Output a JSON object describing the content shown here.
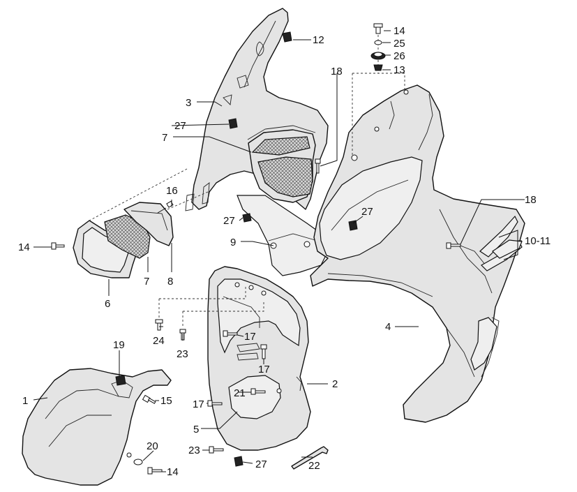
{
  "labels": {
    "l1": "1",
    "l2": "2",
    "l3": "3",
    "l4": "4",
    "l5": "5",
    "l6": "6",
    "l7a": "7",
    "l7b": "7",
    "l8": "8",
    "l9": "9",
    "l1011": "10-11",
    "l12": "12",
    "l13": "13",
    "l14a": "14",
    "l14b": "14",
    "l14c": "14",
    "l15": "15",
    "l16": "16",
    "l17a": "17",
    "l17b": "17",
    "l17c": "17",
    "l18a": "18",
    "l18b": "18",
    "l19": "19",
    "l20": "20",
    "l21": "21",
    "l22": "22",
    "l23a": "23",
    "l23b": "23",
    "l24": "24",
    "l25": "25",
    "l26": "26",
    "l27a": "27",
    "l27b": "27",
    "l27c": "27",
    "l27d": "27"
  }
}
